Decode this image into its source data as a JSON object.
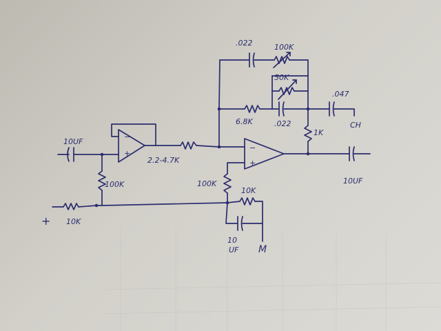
{
  "labels": {
    "c_fb_top": ".022",
    "pot_100k": "100K",
    "pot_50k": "50K",
    "c_047": ".047",
    "r_6_8k": "6.8K",
    "c_022_mid": ".022",
    "r_1k": "1K",
    "c_out_term": "CH",
    "c_in": "10UF",
    "r_series": "2.2-4.7K",
    "r_100k_left": "100K",
    "r_100k_mid": "100K",
    "r_10k_lower": "10K",
    "c_10uf_bottom_a": "10",
    "c_10uf_bottom_b": "UF",
    "ground_sym": "M",
    "plus_sign": "+",
    "r_10k_in": "10K",
    "c_out": "10UF",
    "op1_minus": "−",
    "op1_plus": "+",
    "op2_minus": "−",
    "op2_plus": "+"
  },
  "colors": {
    "ink": "#2a2c6e",
    "paper": "#d2d0c9"
  }
}
